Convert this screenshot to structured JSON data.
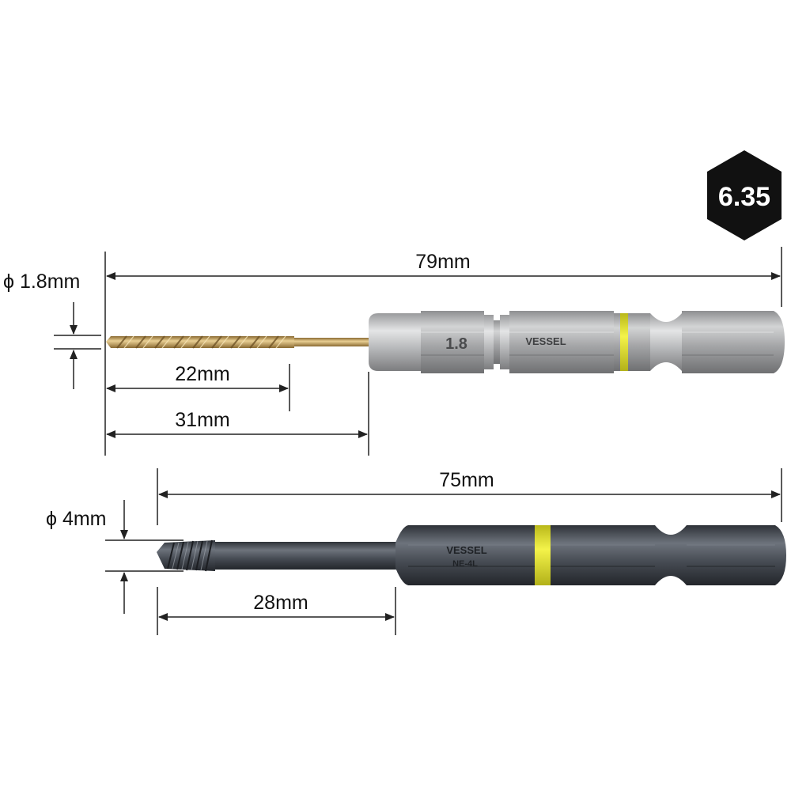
{
  "badge": {
    "label": "6.35"
  },
  "drill_bit": {
    "diameter_label": "ϕ 1.8mm",
    "total_length_label": "79mm",
    "flute_length_label": "22mm",
    "shank_length_label": "31mm",
    "size_marking": "1.8",
    "brand": "VESSEL"
  },
  "extractor_bit": {
    "diameter_label": "ϕ 4mm",
    "total_length_label": "75mm",
    "tip_length_label": "28mm",
    "brand": "VESSEL",
    "model_marking": "NE-4L"
  },
  "colors": {
    "drill_gold": "#c9a35a",
    "silver_body": "#a9aaab",
    "dark_body": "#4d525a",
    "ring_yellow": "#e6e62a",
    "badge_black": "#111111",
    "line": "#222222"
  }
}
